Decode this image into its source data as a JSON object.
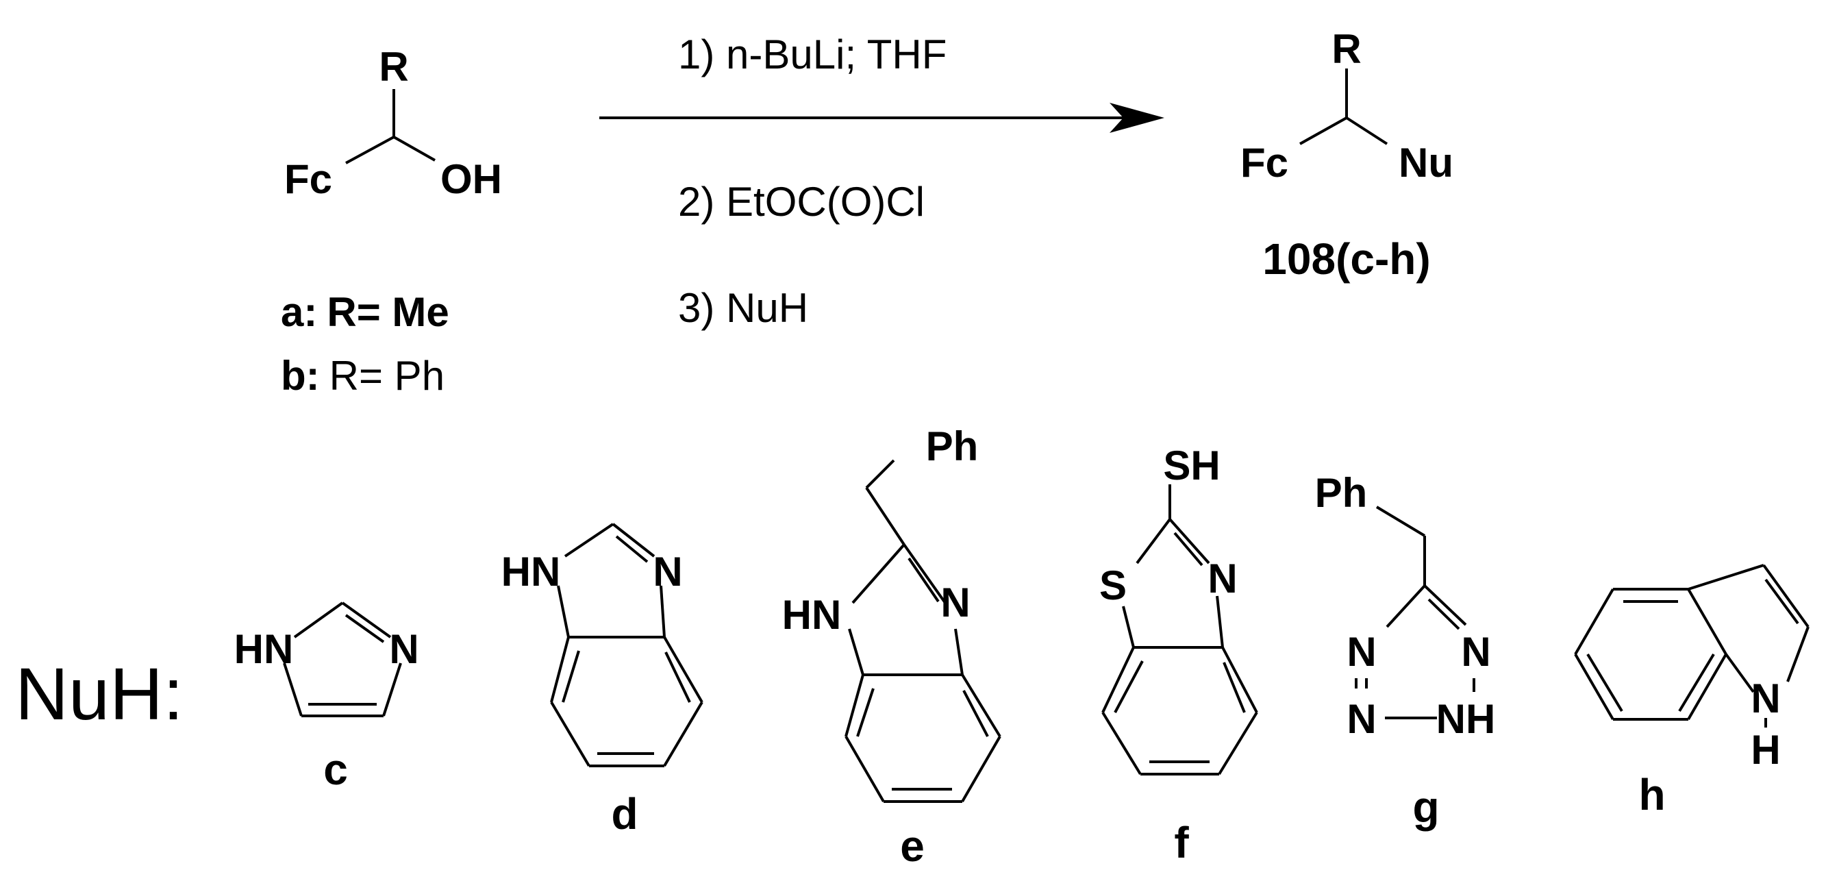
{
  "reactant": {
    "r_label": "R",
    "fc_label": "Fc",
    "oh_label": "OH",
    "variant_a": {
      "key": "a:",
      "text": "R= Me"
    },
    "variant_b": {
      "key": "b:",
      "text": "R= Ph"
    }
  },
  "conditions": {
    "step1": "1) n-BuLi; THF",
    "step2": "2) EtOC(O)Cl",
    "step3": "3) NuH"
  },
  "product": {
    "r_label": "R",
    "fc_label": "Fc",
    "nu_label": "Nu",
    "number": "108(c-h)"
  },
  "nucleophiles": {
    "heading": "NuH:",
    "c": {
      "letter": "c",
      "hn": "HN",
      "n": "N"
    },
    "d": {
      "letter": "d",
      "hn": "HN",
      "n": "N"
    },
    "e": {
      "letter": "e",
      "hn": "HN",
      "n": "N",
      "ph": "Ph"
    },
    "f": {
      "letter": "f",
      "s": "S",
      "n": "N",
      "sh": "SH"
    },
    "g": {
      "letter": "g",
      "ph": "Ph",
      "n_left": "N",
      "n_right": "N",
      "n_bottom": "N",
      "nh": "NH"
    },
    "h": {
      "letter": "h",
      "n": "N",
      "h": "H"
    }
  }
}
